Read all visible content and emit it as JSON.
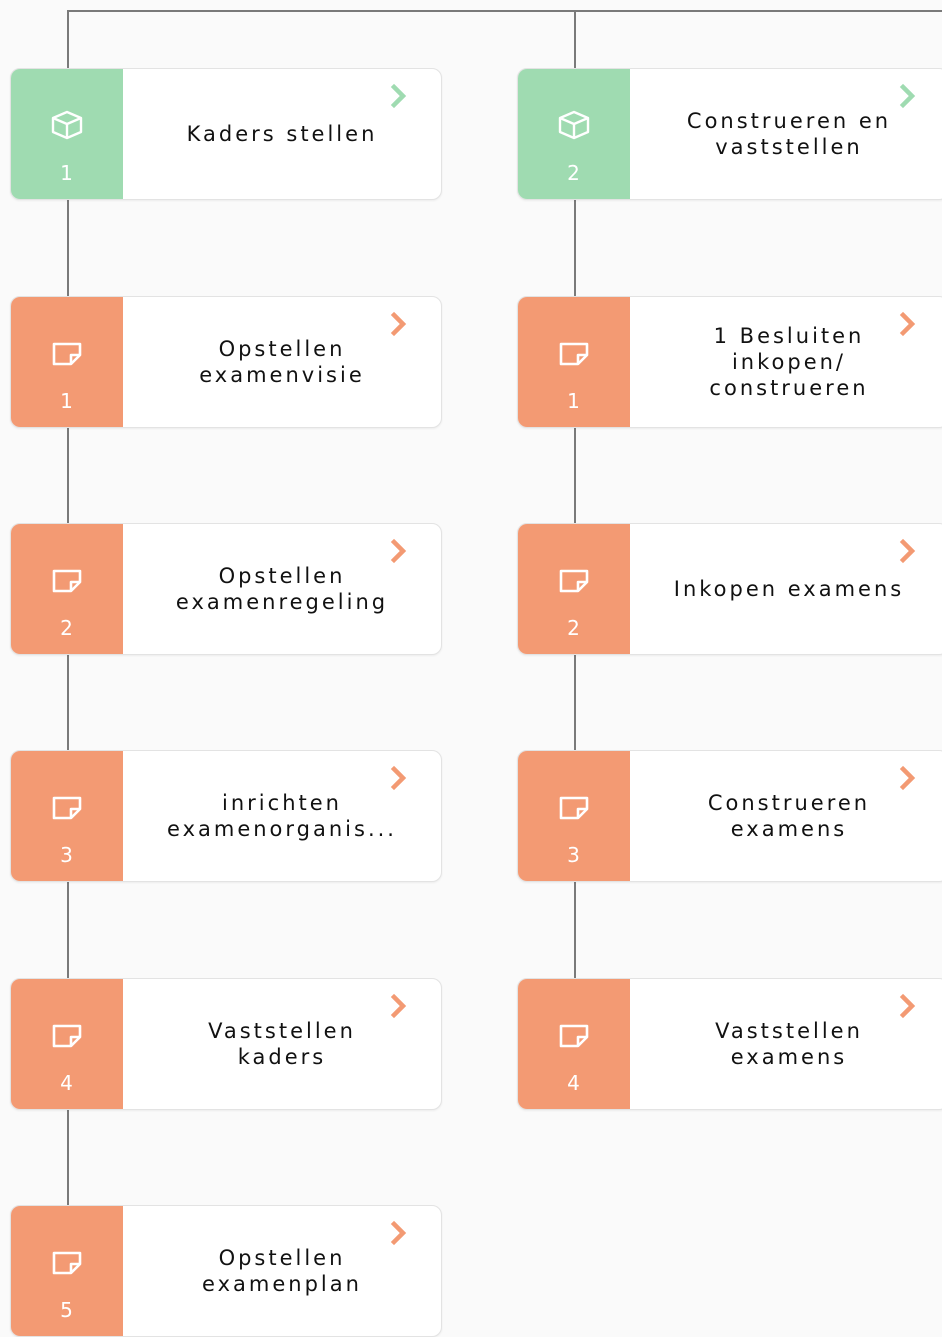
{
  "colors": {
    "phase_accent": "#9fdbb1",
    "step_accent": "#f39a73",
    "connector": "#7a7a7a",
    "card_background": "#ffffff"
  },
  "columns": [
    {
      "phase": {
        "number": "1",
        "title": "Kaders stellen",
        "icon": "cube-icon",
        "arrow_icon": "chevron-right-icon"
      },
      "steps": [
        {
          "number": "1",
          "title": "Opstellen\nexamenvisie",
          "icon": "note-icon",
          "arrow_icon": "chevron-right-icon"
        },
        {
          "number": "2",
          "title": "Opstellen\nexamenregeling",
          "icon": "note-icon",
          "arrow_icon": "chevron-right-icon"
        },
        {
          "number": "3",
          "title": "inrichten\nexamenorganis...",
          "icon": "note-icon",
          "arrow_icon": "chevron-right-icon"
        },
        {
          "number": "4",
          "title": "Vaststellen\nkaders",
          "icon": "note-icon",
          "arrow_icon": "chevron-right-icon"
        },
        {
          "number": "5",
          "title": "Opstellen\nexamenplan",
          "icon": "note-icon",
          "arrow_icon": "chevron-right-icon"
        }
      ]
    },
    {
      "phase": {
        "number": "2",
        "title": "Construeren en\nvaststellen",
        "icon": "cube-icon",
        "arrow_icon": "chevron-right-icon"
      },
      "steps": [
        {
          "number": "1",
          "title": "1 Besluiten\ninkopen/\nconstrueren",
          "icon": "note-icon",
          "arrow_icon": "chevron-right-icon"
        },
        {
          "number": "2",
          "title": "Inkopen examens",
          "icon": "note-icon",
          "arrow_icon": "chevron-right-icon"
        },
        {
          "number": "3",
          "title": "Construeren\nexamens",
          "icon": "note-icon",
          "arrow_icon": "chevron-right-icon"
        },
        {
          "number": "4",
          "title": "Vaststellen\nexamens",
          "icon": "note-icon",
          "arrow_icon": "chevron-right-icon"
        }
      ]
    }
  ]
}
